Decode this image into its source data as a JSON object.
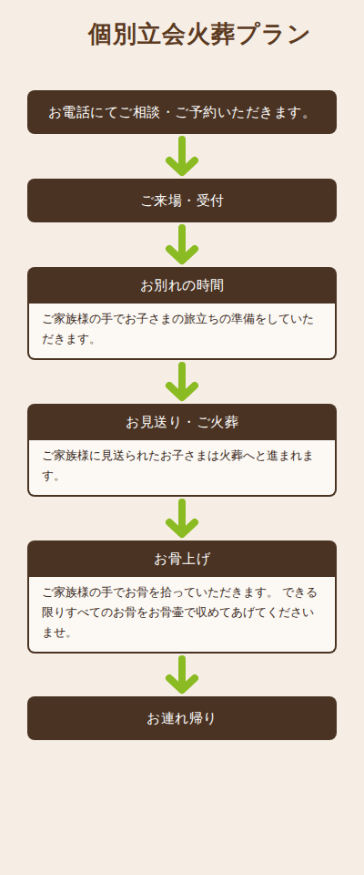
{
  "diagram": {
    "title": "個別立会火葬プラン",
    "nodes": [
      {
        "text": [
          "お電話にてご相談・ご予約いただきます。"
        ]
      },
      {
        "text": [
          "ご来場・受付"
        ]
      },
      {
        "text": [
          "お別れの時間",
          "ご家族様の手でお子さまの旅立ちの準備をしていただきます。"
        ]
      },
      {
        "text": [
          "お見送り・ご火葬",
          "ご家族様に見送られたお子さまは火葬へと進まれます。"
        ]
      },
      {
        "text": [
          "お骨上げ",
          "ご家族様の手でお骨を拾っていただきます。 できる限りすべてのお骨をお骨壷で収めてあげてくださいませ。"
        ]
      },
      {
        "text": [
          "お連れ帰り"
        ]
      }
    ],
    "edges": [
      {
        "from": 0,
        "to": 1,
        "arrow": "to"
      },
      {
        "from": 1,
        "to": 2,
        "arrow": "to"
      },
      {
        "from": 2,
        "to": 3,
        "arrow": "to"
      },
      {
        "from": 3,
        "to": 4,
        "arrow": "to"
      },
      {
        "from": 4,
        "to": 5,
        "arrow": "to"
      }
    ]
  }
}
